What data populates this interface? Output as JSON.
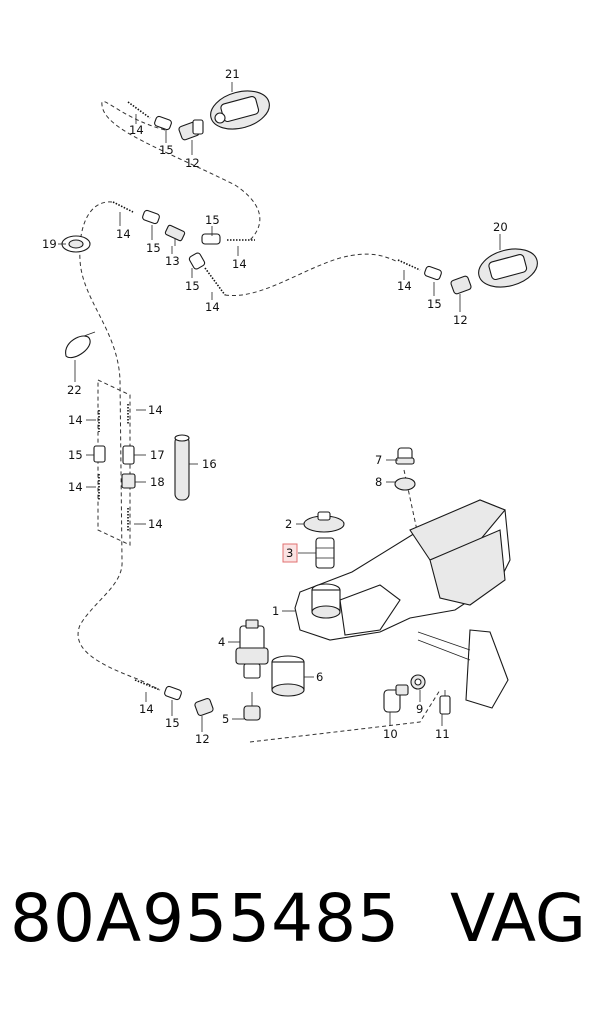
{
  "callouts": [
    {
      "id": "c21a",
      "label": "21"
    },
    {
      "id": "c14a",
      "label": "14"
    },
    {
      "id": "c15a",
      "label": "15"
    },
    {
      "id": "c12a",
      "label": "12"
    },
    {
      "id": "c19",
      "label": "19"
    },
    {
      "id": "c14b",
      "label": "14"
    },
    {
      "id": "c15b",
      "label": "15"
    },
    {
      "id": "c13",
      "label": "13"
    },
    {
      "id": "c15c",
      "label": "15"
    },
    {
      "id": "c14c",
      "label": "14"
    },
    {
      "id": "c15d",
      "label": "15"
    },
    {
      "id": "c14d",
      "label": "14"
    },
    {
      "id": "c20",
      "label": "20"
    },
    {
      "id": "c14e",
      "label": "14"
    },
    {
      "id": "c15e",
      "label": "15"
    },
    {
      "id": "c12b",
      "label": "12"
    },
    {
      "id": "c22",
      "label": "22"
    },
    {
      "id": "c14f",
      "label": "14"
    },
    {
      "id": "c14g",
      "label": "14"
    },
    {
      "id": "c15f",
      "label": "15"
    },
    {
      "id": "c17",
      "label": "17"
    },
    {
      "id": "c16",
      "label": "16"
    },
    {
      "id": "c14h",
      "label": "14"
    },
    {
      "id": "c18",
      "label": "18"
    },
    {
      "id": "c14i",
      "label": "14"
    },
    {
      "id": "c7",
      "label": "7"
    },
    {
      "id": "c8",
      "label": "8"
    },
    {
      "id": "c2",
      "label": "2"
    },
    {
      "id": "c3",
      "label": "3"
    },
    {
      "id": "c1",
      "label": "1"
    },
    {
      "id": "c4",
      "label": "4"
    },
    {
      "id": "c6",
      "label": "6"
    },
    {
      "id": "c14j",
      "label": "14"
    },
    {
      "id": "c15g",
      "label": "15"
    },
    {
      "id": "c12c",
      "label": "12"
    },
    {
      "id": "c5",
      "label": "5"
    },
    {
      "id": "c9",
      "label": "9"
    },
    {
      "id": "c10",
      "label": "10"
    },
    {
      "id": "c11",
      "label": "11"
    }
  ],
  "highlight_callout": "3",
  "footer": {
    "part_number": "80A955485",
    "brand": "VAG"
  },
  "colors": {
    "line": "#1a1a1a",
    "highlight": "#e07070"
  }
}
